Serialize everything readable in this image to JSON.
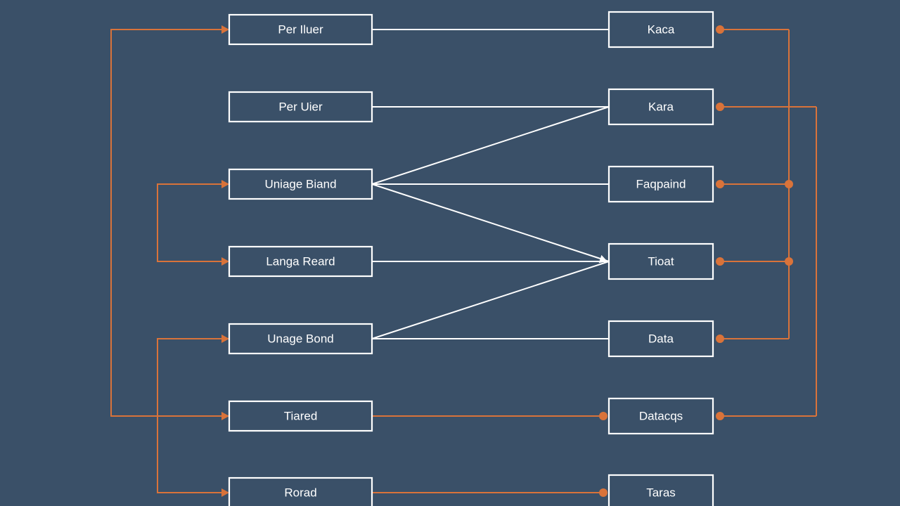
{
  "theme": {
    "background": "#3a5068",
    "box_stroke": "#ffffff",
    "text": "#ffffff",
    "link_primary": "#ffffff",
    "link_secondary": "#d9733a"
  },
  "left_nodes": [
    {
      "id": "L1",
      "label": "Per Iluer"
    },
    {
      "id": "L2",
      "label": "Per Uier"
    },
    {
      "id": "L3",
      "label": "Uniage Biand"
    },
    {
      "id": "L4",
      "label": "Langa Reard"
    },
    {
      "id": "L5",
      "label": "Unage Bond"
    },
    {
      "id": "L6",
      "label": "Tiared"
    },
    {
      "id": "L7",
      "label": "Rorad"
    }
  ],
  "right_nodes": [
    {
      "id": "R1",
      "label": "Kaca"
    },
    {
      "id": "R2",
      "label": "Kara"
    },
    {
      "id": "R3",
      "label": "Faqpaind"
    },
    {
      "id": "R4",
      "label": "Tioat"
    },
    {
      "id": "R5",
      "label": "Data"
    },
    {
      "id": "R6",
      "label": "Datacqs"
    },
    {
      "id": "R7",
      "label": "Taras"
    }
  ],
  "white_links": [
    {
      "from": "L1",
      "to": "R1"
    },
    {
      "from": "L2",
      "to": "R2"
    },
    {
      "from": "L3",
      "to": "R2"
    },
    {
      "from": "L3",
      "to": "R3"
    },
    {
      "from": "L3",
      "to": "R4",
      "arrow": true
    },
    {
      "from": "L4",
      "to": "R4"
    },
    {
      "from": "L5",
      "to": "R4"
    },
    {
      "from": "L5",
      "to": "R5"
    }
  ],
  "orange_links": [
    {
      "from": "L6",
      "to": "R6"
    },
    {
      "from": "L7",
      "to": "R7"
    }
  ],
  "left_loops": [
    {
      "from": "L6",
      "to": "L1",
      "lane": "outer"
    },
    {
      "from": "L3",
      "to": "L4",
      "lane": "inner"
    },
    {
      "from": "L5",
      "to": "L7",
      "lane": "inner"
    }
  ],
  "right_buses": [
    {
      "lane": "inner",
      "nodes": [
        "R1",
        "R3",
        "R4",
        "R5"
      ]
    },
    {
      "lane": "outer",
      "nodes": [
        "R2",
        "R6"
      ]
    }
  ]
}
